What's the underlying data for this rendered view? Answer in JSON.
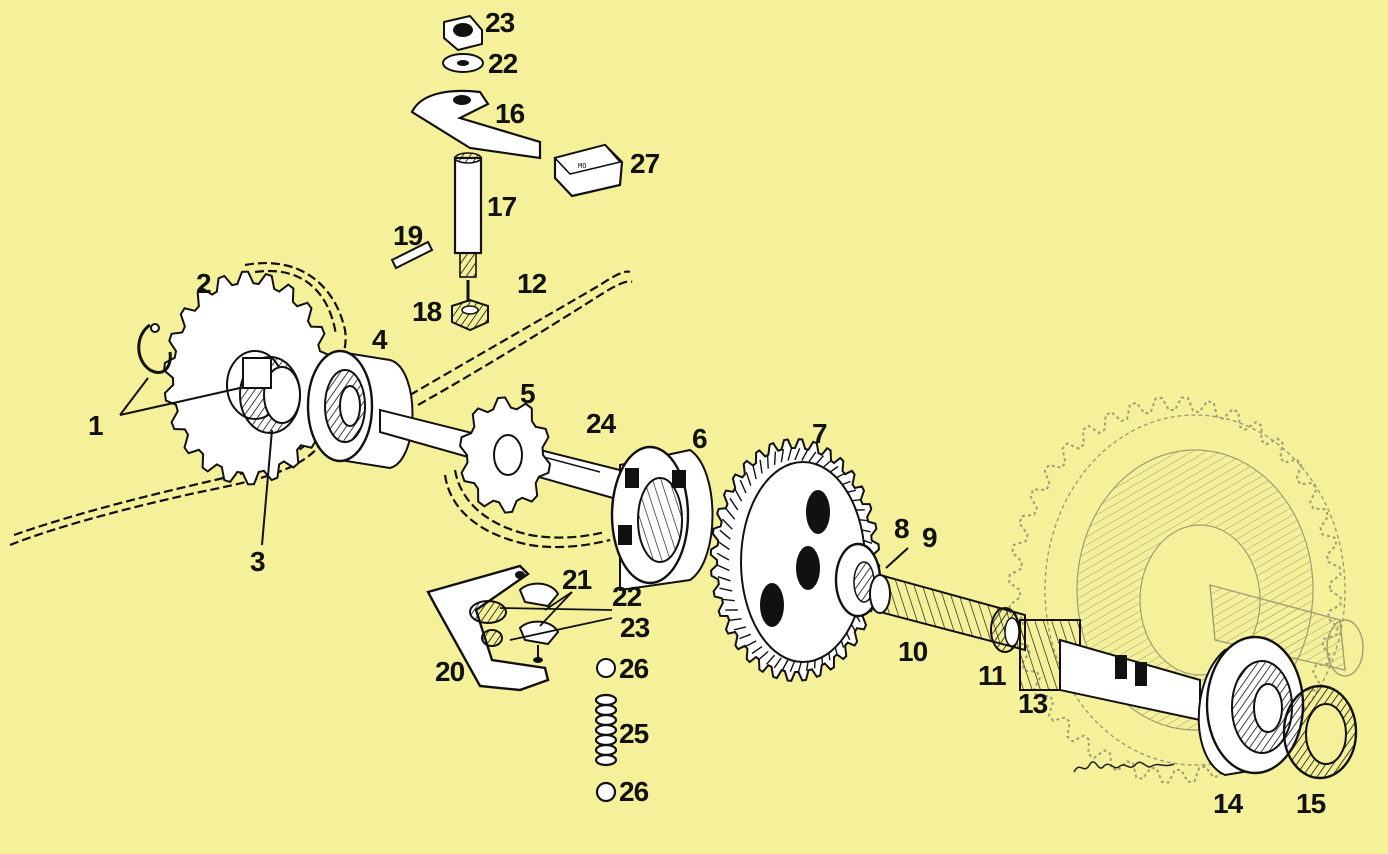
{
  "colors": {
    "background": "#f5f09a",
    "ink": "#111111",
    "part_fill": "#ffffff",
    "ghost": "#8a8a6a"
  },
  "labels": {
    "l1": "1",
    "l2": "2",
    "l3": "3",
    "l4": "4",
    "l5": "5",
    "l6": "6",
    "l7": "7",
    "l8": "8",
    "l9": "9",
    "l10": "10",
    "l11": "11",
    "l12": "12",
    "l13": "13",
    "l14": "14",
    "l15": "15",
    "l16": "16",
    "l17": "17",
    "l18": "18",
    "l19": "19",
    "l20": "20",
    "l21": "21",
    "l22a": "22",
    "l22b": "22",
    "l23a": "23",
    "l23b": "23",
    "l24": "24",
    "l25": "25",
    "l26a": "26",
    "l26b": "26",
    "l27": "27"
  },
  "parts": [
    {
      "id": "circlip",
      "icon": "circlip-icon"
    },
    {
      "id": "sprocket-large",
      "icon": "sprocket-icon"
    },
    {
      "id": "chain",
      "icon": "chain-icon"
    },
    {
      "id": "bearing",
      "icon": "ball-bearing-icon"
    },
    {
      "id": "shaft",
      "icon": "shaft-icon"
    },
    {
      "id": "gear-large",
      "icon": "gear-icon"
    },
    {
      "id": "spring",
      "icon": "spring-icon"
    },
    {
      "id": "selector-arm",
      "icon": "lever-icon"
    },
    {
      "id": "oil-seal",
      "icon": "seal-icon"
    }
  ]
}
